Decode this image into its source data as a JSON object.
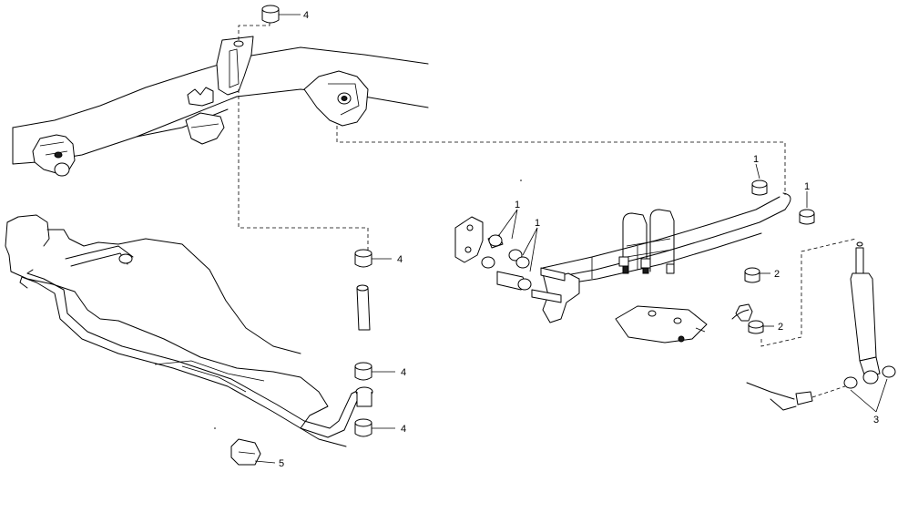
{
  "diagram": {
    "callouts": [
      {
        "id": "callout-4-top",
        "label": "4"
      },
      {
        "id": "callout-4-mid-a",
        "label": "4"
      },
      {
        "id": "callout-4-mid-b",
        "label": "4"
      },
      {
        "id": "callout-4-bottom",
        "label": "4"
      },
      {
        "id": "callout-5",
        "label": "5"
      },
      {
        "id": "callout-1-left-a",
        "label": "1"
      },
      {
        "id": "callout-1-left-b",
        "label": "1"
      },
      {
        "id": "callout-1-right-a",
        "label": "1"
      },
      {
        "id": "callout-1-right-b",
        "label": "1"
      },
      {
        "id": "callout-2-top",
        "label": "2"
      },
      {
        "id": "callout-2-bottom",
        "label": "2"
      },
      {
        "id": "callout-3",
        "label": "3"
      }
    ]
  }
}
